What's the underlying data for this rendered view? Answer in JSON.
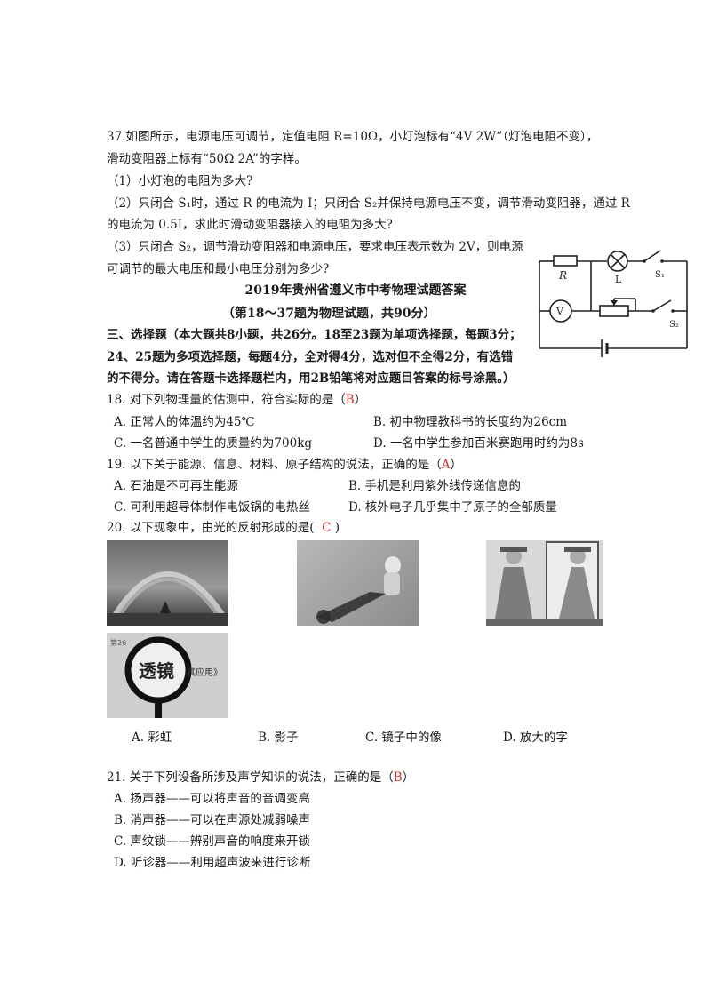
{
  "q37": {
    "line1": "37.如图所示，电源电压可调节，定值电阻 R=10Ω，小灯泡标有“4V   2W”（灯泡电阻不变），",
    "line2": "滑动变阻器上标有“50Ω   2A”的字样。",
    "p1": "（1）小灯泡的电阻为多大?",
    "p2a": "（2）只闭合 S₁时，通过 R 的电流为 I；只闭合 S₂并保持电源电压不变，调节滑动变阻器，通过 R",
    "p2b": "的电流为 0.5I，求此时滑动变阻器接入的电阻为多大?",
    "p3a": "（3）只闭合 S₂，调节滑动变阻器和电源电压，要求电压表示数为 2V，则电源",
    "p3b": "可调节的最大电压和最小电压分别为多少?"
  },
  "circuit": {
    "R": "R",
    "L": "L",
    "S1": "S₁",
    "S2": "S₂",
    "V": "V"
  },
  "answer_title": "2019年贵州省遵义市中考物理试题答案",
  "answer_subtitle": "（第18～37题为物理试题，共90分）",
  "section3": {
    "l1": "三、选择题（本大题共8小题，共26分。18至23题为单项选择题，每题3分；",
    "l2": "24、25题为多项选择题，每题4分，全对得4分，选对但不全得2分，有选错",
    "l3": "的不得分。请在答题卡选择题栏内，用2B铅笔将对应题目答案的标号涂黑。）"
  },
  "q18": {
    "stem": "18.  对下列物理量的估测中，符合实际的是（",
    "answer": "B",
    "close": "）",
    "A": "A.   正常人的体温约为45℃",
    "B": "B.   初中物理教科书的长度约为26cm",
    "C": "C.   一名普通中学生的质量约为700kg",
    "D": "D. 一名中学生参加百米赛跑用时约为8s"
  },
  "q19": {
    "stem": "19.  以下关于能源、信息、材料、原子结构的说法，正确的是（",
    "answer": "A",
    "close": "）",
    "A": "A. 石油是不可再生能源",
    "B": "B.   手机是利用紫外线传递信息的",
    "C": "C.   可利用超导体制作电饭锅的电热丝",
    "D": "D.   核外电子几乎集中了原子的全部质量"
  },
  "q20": {
    "stem": "20. 以下现象中，由光的反射形成的是(",
    "answer": "C",
    "close": ")",
    "magnifier_text": "透镜",
    "magnifier_side": "其应用》",
    "A": "A. 彩虹",
    "B": "B. 影子",
    "C": "C. 镜子中的像",
    "D": "D. 放大的字"
  },
  "q21": {
    "stem": "21.  关于下列设备所涉及声学知识的说法，正确的是（",
    "answer": "B",
    "close": "）",
    "A": "A.   扬声器——可以将声音的音调变高",
    "B": "B.   消声器——可以在声源处减弱噪声",
    "C": "C.   声纹锁——辨别声音的响度来开锁",
    "D": "D.   听诊器——利用超声波来进行诊断"
  }
}
